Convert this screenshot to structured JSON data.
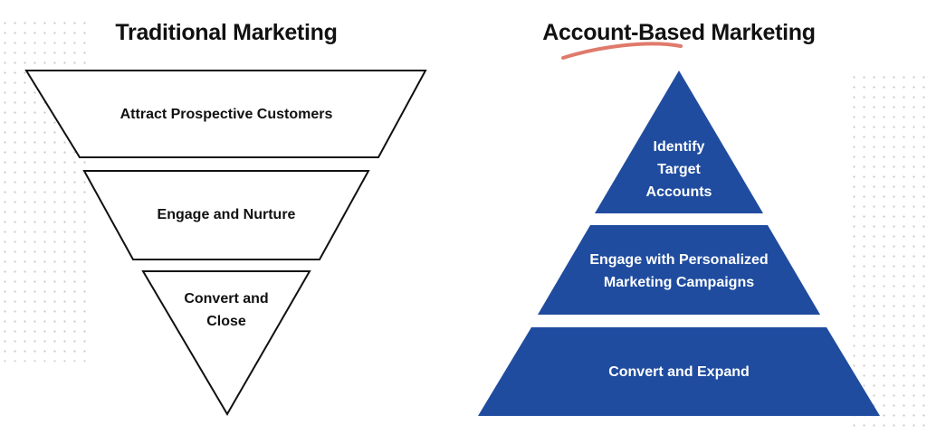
{
  "traditional": {
    "title": "Traditional Marketing",
    "stages": [
      {
        "lines": [
          "Attract Prospective Customers"
        ]
      },
      {
        "lines": [
          "Engage and Nurture"
        ]
      },
      {
        "lines": [
          "Convert and",
          "Close"
        ]
      }
    ]
  },
  "abm": {
    "title": "Account-Based Marketing",
    "stages": [
      {
        "lines": [
          "Identify",
          "Target",
          "Accounts"
        ]
      },
      {
        "lines": [
          "Engage with Personalized",
          "Marketing Campaigns"
        ]
      },
      {
        "lines": [
          "Convert and Expand"
        ]
      }
    ]
  },
  "colors": {
    "pyramid_fill": "#1f4c9f",
    "funnel_stroke": "#111111",
    "underline_accent": "#e07a6b",
    "dot_pattern": "#c8c8c8"
  }
}
